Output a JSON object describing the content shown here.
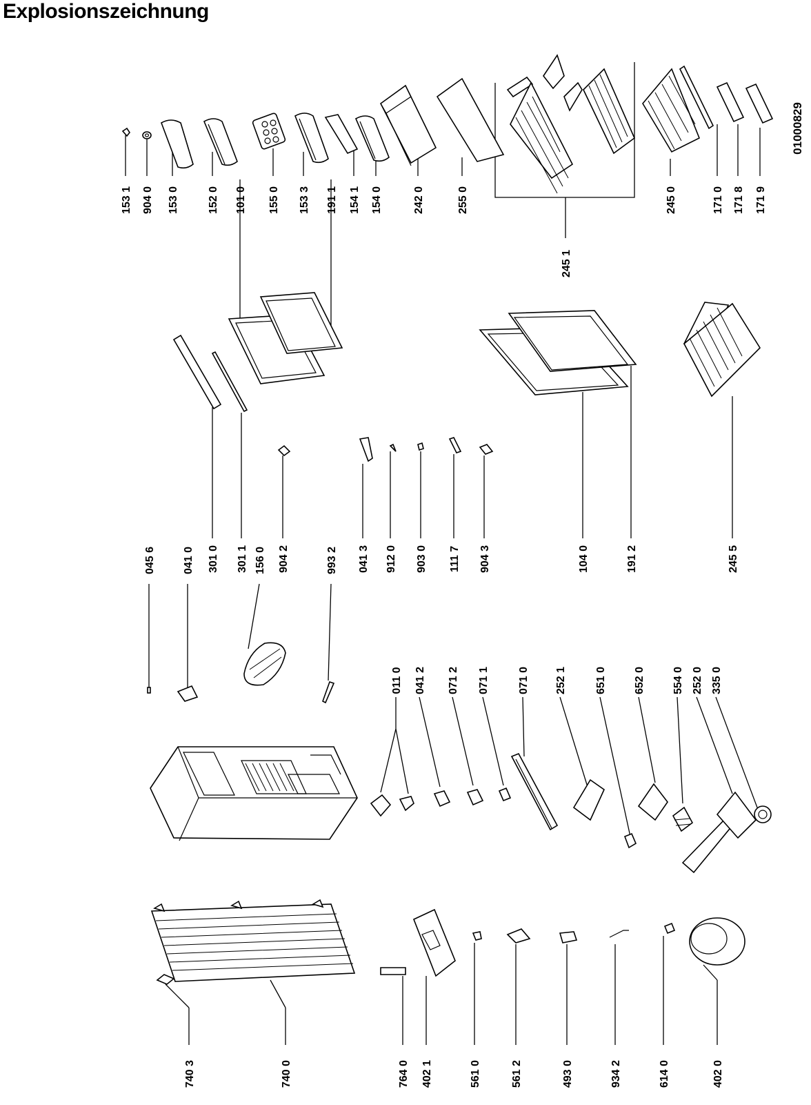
{
  "title": "Explosionszeichnung",
  "drawing_number": "01000829",
  "parts": {
    "p1531": "153 1",
    "p9040": "904 0",
    "p1530": "153 0",
    "p1520": "152 0",
    "p1010": "101 0",
    "p1550": "155 0",
    "p1533": "153 3",
    "p1911": "191 1",
    "p1541": "154 1",
    "p1540": "154 0",
    "p2420": "242 0",
    "p2550": "255 0",
    "p2451": "245 1",
    "p2450": "245 0",
    "p1710": "171 0",
    "p1718": "171 8",
    "p1719": "171 9",
    "p0456": "045 6",
    "p0410": "041 0",
    "p3010": "301 0",
    "p3011": "301 1",
    "p1560": "156 0",
    "p9042": "904 2",
    "p9932": "993 2",
    "p0413": "041 3",
    "p9120": "912 0",
    "p9030": "903 0",
    "p1117": "111 7",
    "p9043": "904 3",
    "p1040": "104 0",
    "p1912": "191 2",
    "p2455": "245 5",
    "p0110": "011 0",
    "p0412": "041 2",
    "p0712": "071 2",
    "p0711": "071 1",
    "p0710": "071 0",
    "p2521": "252 1",
    "p6510": "651 0",
    "p6520": "652 0",
    "p5540": "554 0",
    "p2520": "252 0",
    "p3350": "335 0",
    "p7403": "740 3",
    "p7400": "740 0",
    "p7640": "764 0",
    "p4021": "402 1",
    "p5610": "561 0",
    "p5612": "561 2",
    "p4930": "493 0",
    "p9342": "934 2",
    "p6140": "614 0",
    "p4020": "402 0"
  }
}
